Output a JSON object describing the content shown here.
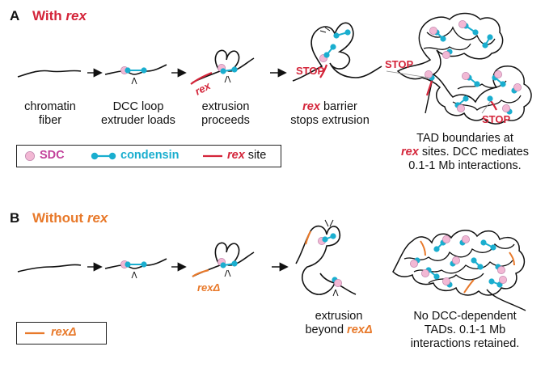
{
  "panelA": {
    "letter": "A",
    "title_prefix": "With ",
    "title_em": "rex",
    "steps": [
      {
        "line1": "chromatin",
        "line2": "fiber"
      },
      {
        "line1": "DCC loop",
        "line2": "extruder loads"
      },
      {
        "line1": "extrusion",
        "line2": "proceeds"
      },
      {
        "line1_em": "rex",
        "line1_rest": " barrier",
        "line2": "stops extrusion"
      }
    ],
    "result": {
      "line1": "TAD boundaries at",
      "line2_em": "rex",
      "line2_rest": " sites. DCC mediates",
      "line3": "0.1-1 Mb interactions."
    },
    "stop_label": "STOP",
    "rex_label": "rex",
    "legend": {
      "sdc": "SDC",
      "condensin": "condensin",
      "rex_em": "rex",
      "rex_rest": " site"
    }
  },
  "panelB": {
    "letter": "B",
    "title_prefix": "Without ",
    "title_em": "rex",
    "rex_delta_label": "rexΔ",
    "step": {
      "line1": "extrusion",
      "line2_prefix": "beyond ",
      "line2_em": "rexΔ"
    },
    "result": {
      "line1": "No DCC-dependent",
      "line2": "TADs. 0.1-1 Mb",
      "line3": "interactions retained."
    },
    "legend": {
      "rex_delta": "rexΔ"
    }
  },
  "colors": {
    "rex_red": "#d4253a",
    "rex_orange": "#e8792a",
    "sdc_pink": "#f2b8d4",
    "sdc_outline": "#c28ab0",
    "condensin_cyan": "#1aaecf",
    "chromatin": "#111111"
  },
  "icons": {
    "arrow": "right-arrow-icon",
    "sdc": "sdc-circle-icon",
    "condensin": "condensin-dumbbell-icon"
  }
}
